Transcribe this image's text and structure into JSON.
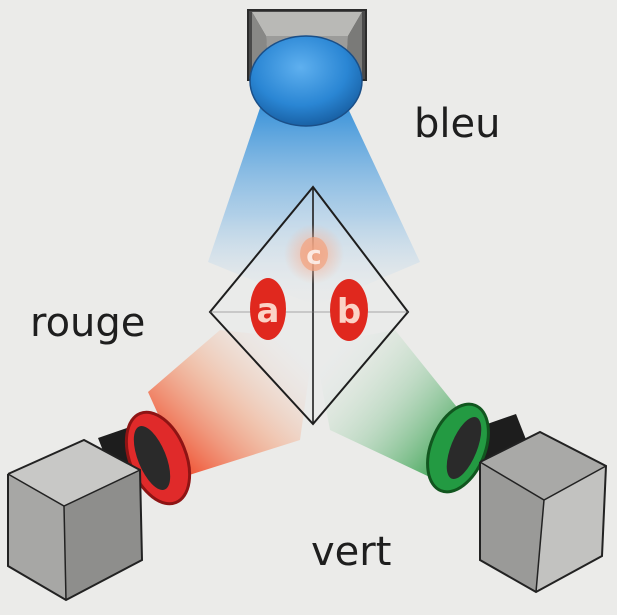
{
  "labels": {
    "blue": "bleu",
    "red": "rouge",
    "green": "vert"
  },
  "spots": {
    "a": "a",
    "b": "b",
    "c": "c"
  },
  "colors": {
    "blue": "#2a86d4",
    "red": "#e5242b",
    "green": "#1f8c3b",
    "spot": "#e0281e",
    "background": "#ebebe9"
  }
}
